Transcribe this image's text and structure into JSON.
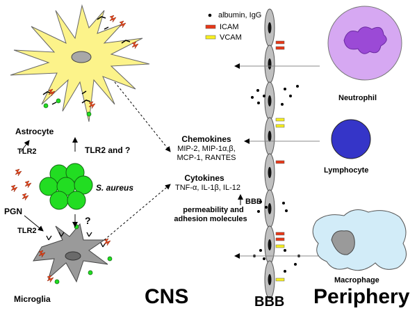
{
  "legend": {
    "albumin": "albumin, IgG",
    "icam": "ICAM",
    "vcam": "VCAM"
  },
  "cells": {
    "astrocyte": "Astrocyte",
    "microglia": "Microglia",
    "neutrophil": "Neutrophil",
    "lymphocyte": "Lymphocyte",
    "macrophage": "Macrophage",
    "bacteria": "S. aureus",
    "pgn": "PGN"
  },
  "labels": {
    "tlr2_top": "TLR2",
    "tlr2_bottom": "TLR2",
    "tlr2_and": "TLR2 and ?",
    "question": "?",
    "cns": "CNS",
    "bbb": "BBB",
    "periphery": "Periphery"
  },
  "mediators": {
    "chemokines_title": "Chemokines",
    "chemokines_line1": "MIP-2, MIP-1α,β,",
    "chemokines_line2": "MCP-1, RANTES",
    "cytokines_title": "Cytokines",
    "cytokines_line1": "TNF-α, IL-1β, IL-12",
    "bbb_line1": "BBB",
    "bbb_line2": "permeability and",
    "bbb_line3": "adhesion molecules"
  },
  "colors": {
    "astrocyte": "#fcf38a",
    "neutrophil": "#d6a8f2",
    "neutrophil_nucleus": "#9b4ad6",
    "lymphocyte": "#3535c8",
    "macrophage": "#d2ecf8",
    "microglia": "#9a9a9a",
    "bacteria": "#22dd22",
    "icam": "#e83818",
    "vcam": "#f8f020",
    "endothelium": "#c0c0c0",
    "pgn": "#e8481c"
  }
}
